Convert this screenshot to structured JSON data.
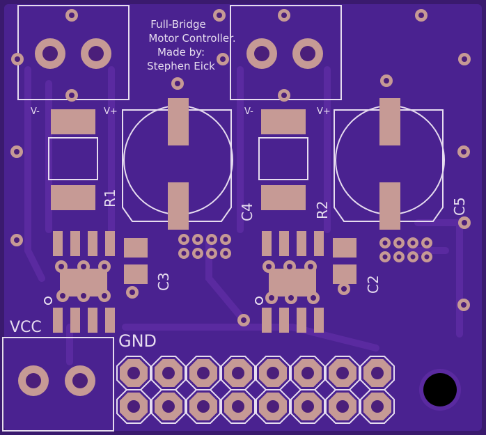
{
  "board": {
    "title_lines": [
      "Full-Bridge",
      "Motor Controller.",
      "Made by:",
      "Stephen Eick"
    ],
    "labels": {
      "vminus_left": "V-",
      "vplus_left": "V+",
      "vminus_right": "V-",
      "vplus_right": "V+",
      "r1": "R1",
      "r2": "R2",
      "c2": "C2",
      "c3": "C3",
      "c4": "C4",
      "c5": "C5",
      "vcc": "VCC",
      "gnd": "GND"
    },
    "colors": {
      "board": "#3a1a6e",
      "copper": "#5a2aa0",
      "silkscreen": "#e6dcef",
      "pad": "#c69a95"
    }
  }
}
